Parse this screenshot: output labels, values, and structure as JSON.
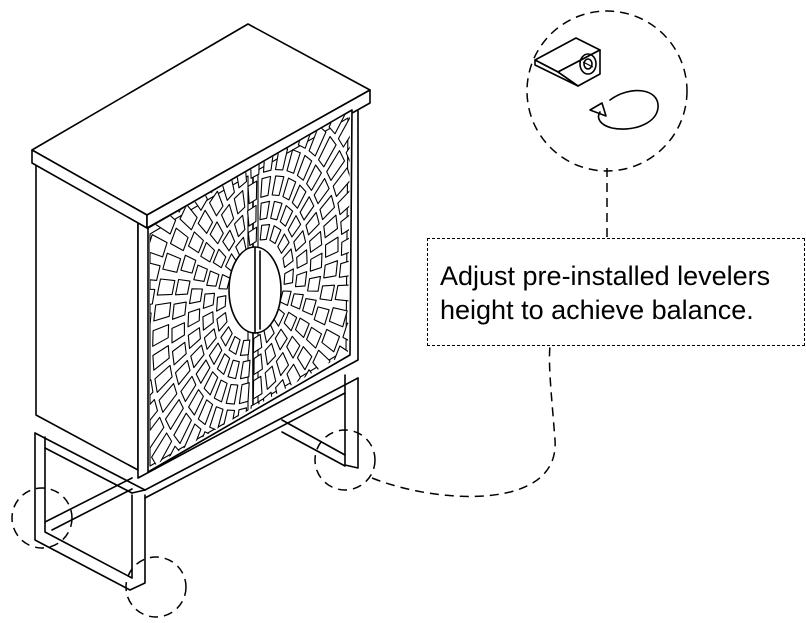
{
  "instruction": {
    "line1": "Adjust pre-installed levelers",
    "line2": "height to achieve balance."
  },
  "colors": {
    "ink": "#000000",
    "paper": "#ffffff"
  },
  "icons": [
    "cabinet-illustration",
    "leveler-detail-icon",
    "rotate-arrow-icon"
  ]
}
